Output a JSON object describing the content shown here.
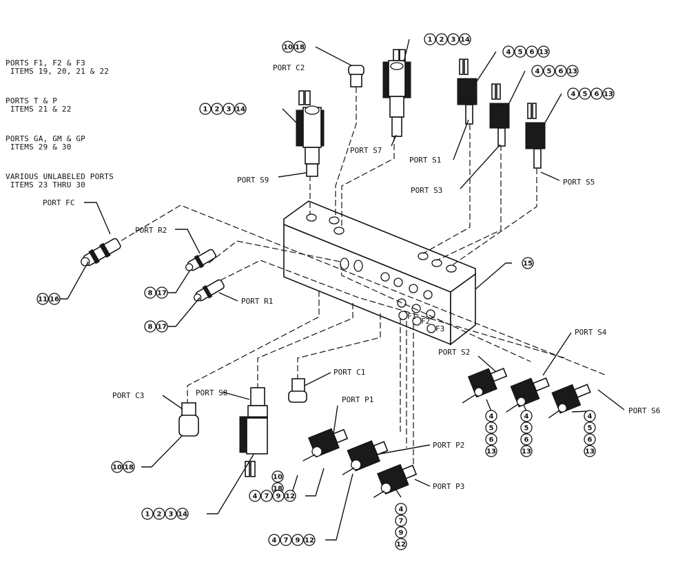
{
  "notes": [
    {
      "line1": "PORTS F1, F2 & F3",
      "line2": " ITEMS 19, 20, 21 & 22"
    },
    {
      "line1": "PORTS T & P",
      "line2": " ITEMS 21 & 22"
    },
    {
      "line1": "PORTS GA, GM & GP",
      "line2": " ITEMS 29 & 30"
    },
    {
      "line1": "VARIOUS UNLABELED PORTS",
      "line2": " ITEMS 23 THRU 30"
    }
  ],
  "ports": {
    "c2": "PORT C2",
    "s7": "PORT S7",
    "s9": "PORT S9",
    "s1": "PORT S1",
    "s3": "PORT S3",
    "s5": "PORT S5",
    "fc": "PORT FC",
    "r2": "PORT R2",
    "r1": "PORT R1",
    "c1": "PORT C1",
    "c3": "PORT C3",
    "s8": "PORT S8",
    "p1": "PORT P1",
    "p2": "PORT P2",
    "p3": "PORT P3",
    "s2": "PORT S2",
    "s4": "PORT S4",
    "s6": "PORT S6"
  },
  "block_ports": {
    "f1": "F1",
    "f2": "F2",
    "f3": "F3"
  },
  "callouts": {
    "c2_items": [
      "10",
      "18"
    ],
    "s7_items": [
      "1",
      "2",
      "3",
      "14"
    ],
    "s9_items": [
      "1",
      "2",
      "3",
      "14"
    ],
    "s1_items": [
      "4",
      "5",
      "6",
      "13"
    ],
    "s3_items": [
      "4",
      "5",
      "6",
      "13"
    ],
    "s5_items": [
      "4",
      "5",
      "6",
      "13"
    ],
    "block_item": [
      "15"
    ],
    "fc_items": [
      "11",
      "16"
    ],
    "r2_items": [
      "8",
      "17"
    ],
    "r1_items": [
      "8",
      "17"
    ],
    "c3_items": [
      "10",
      "18"
    ],
    "s8_items": [
      "1",
      "2",
      "3",
      "14"
    ],
    "c1_items": [
      "10",
      "18"
    ],
    "p1_items": [
      "4",
      "7",
      "9",
      "12"
    ],
    "p2_items": [
      "4",
      "7",
      "9",
      "12"
    ],
    "p3_items": [
      "4",
      "7",
      "9",
      "12"
    ],
    "s2_items": [
      "4",
      "5",
      "6",
      "13"
    ],
    "s4_items": [
      "4",
      "5",
      "6",
      "13"
    ],
    "s6_items": [
      "4",
      "5",
      "6",
      "13"
    ]
  }
}
